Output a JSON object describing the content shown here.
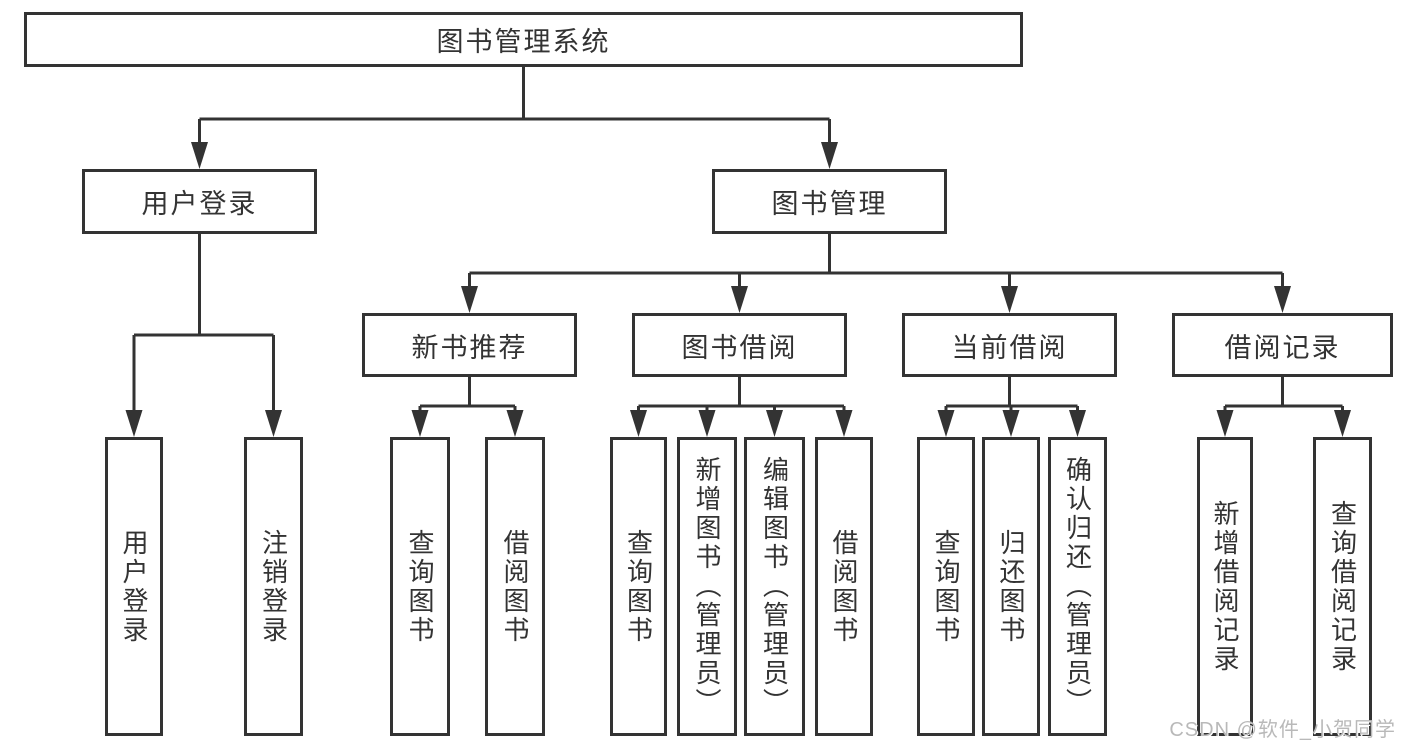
{
  "tree": {
    "label": "图书管理系统",
    "children": [
      {
        "label": "用户登录",
        "children": [
          {
            "label": "用户登录"
          },
          {
            "label": "注销登录"
          }
        ]
      },
      {
        "label": "图书管理",
        "children": [
          {
            "label": "新书推荐",
            "children": [
              {
                "label": "查询图书"
              },
              {
                "label": "借阅图书"
              }
            ]
          },
          {
            "label": "图书借阅",
            "children": [
              {
                "label": "查询图书"
              },
              {
                "label": "新增图书（管理员）"
              },
              {
                "label": "编辑图书（管理员）"
              },
              {
                "label": "借阅图书"
              }
            ]
          },
          {
            "label": "当前借阅",
            "children": [
              {
                "label": "查询图书"
              },
              {
                "label": "归还图书"
              },
              {
                "label": "确认归还（管理员）"
              }
            ]
          },
          {
            "label": "借阅记录",
            "children": [
              {
                "label": "新增借阅记录"
              },
              {
                "label": "查询借阅记录"
              }
            ]
          }
        ]
      }
    ]
  },
  "watermark": {
    "text": "CSDN @软件_小贺同学",
    "color": "#b9b9b9"
  },
  "colors": {
    "line": "#333333",
    "text": "#333333",
    "box_background": "#ffffff"
  }
}
